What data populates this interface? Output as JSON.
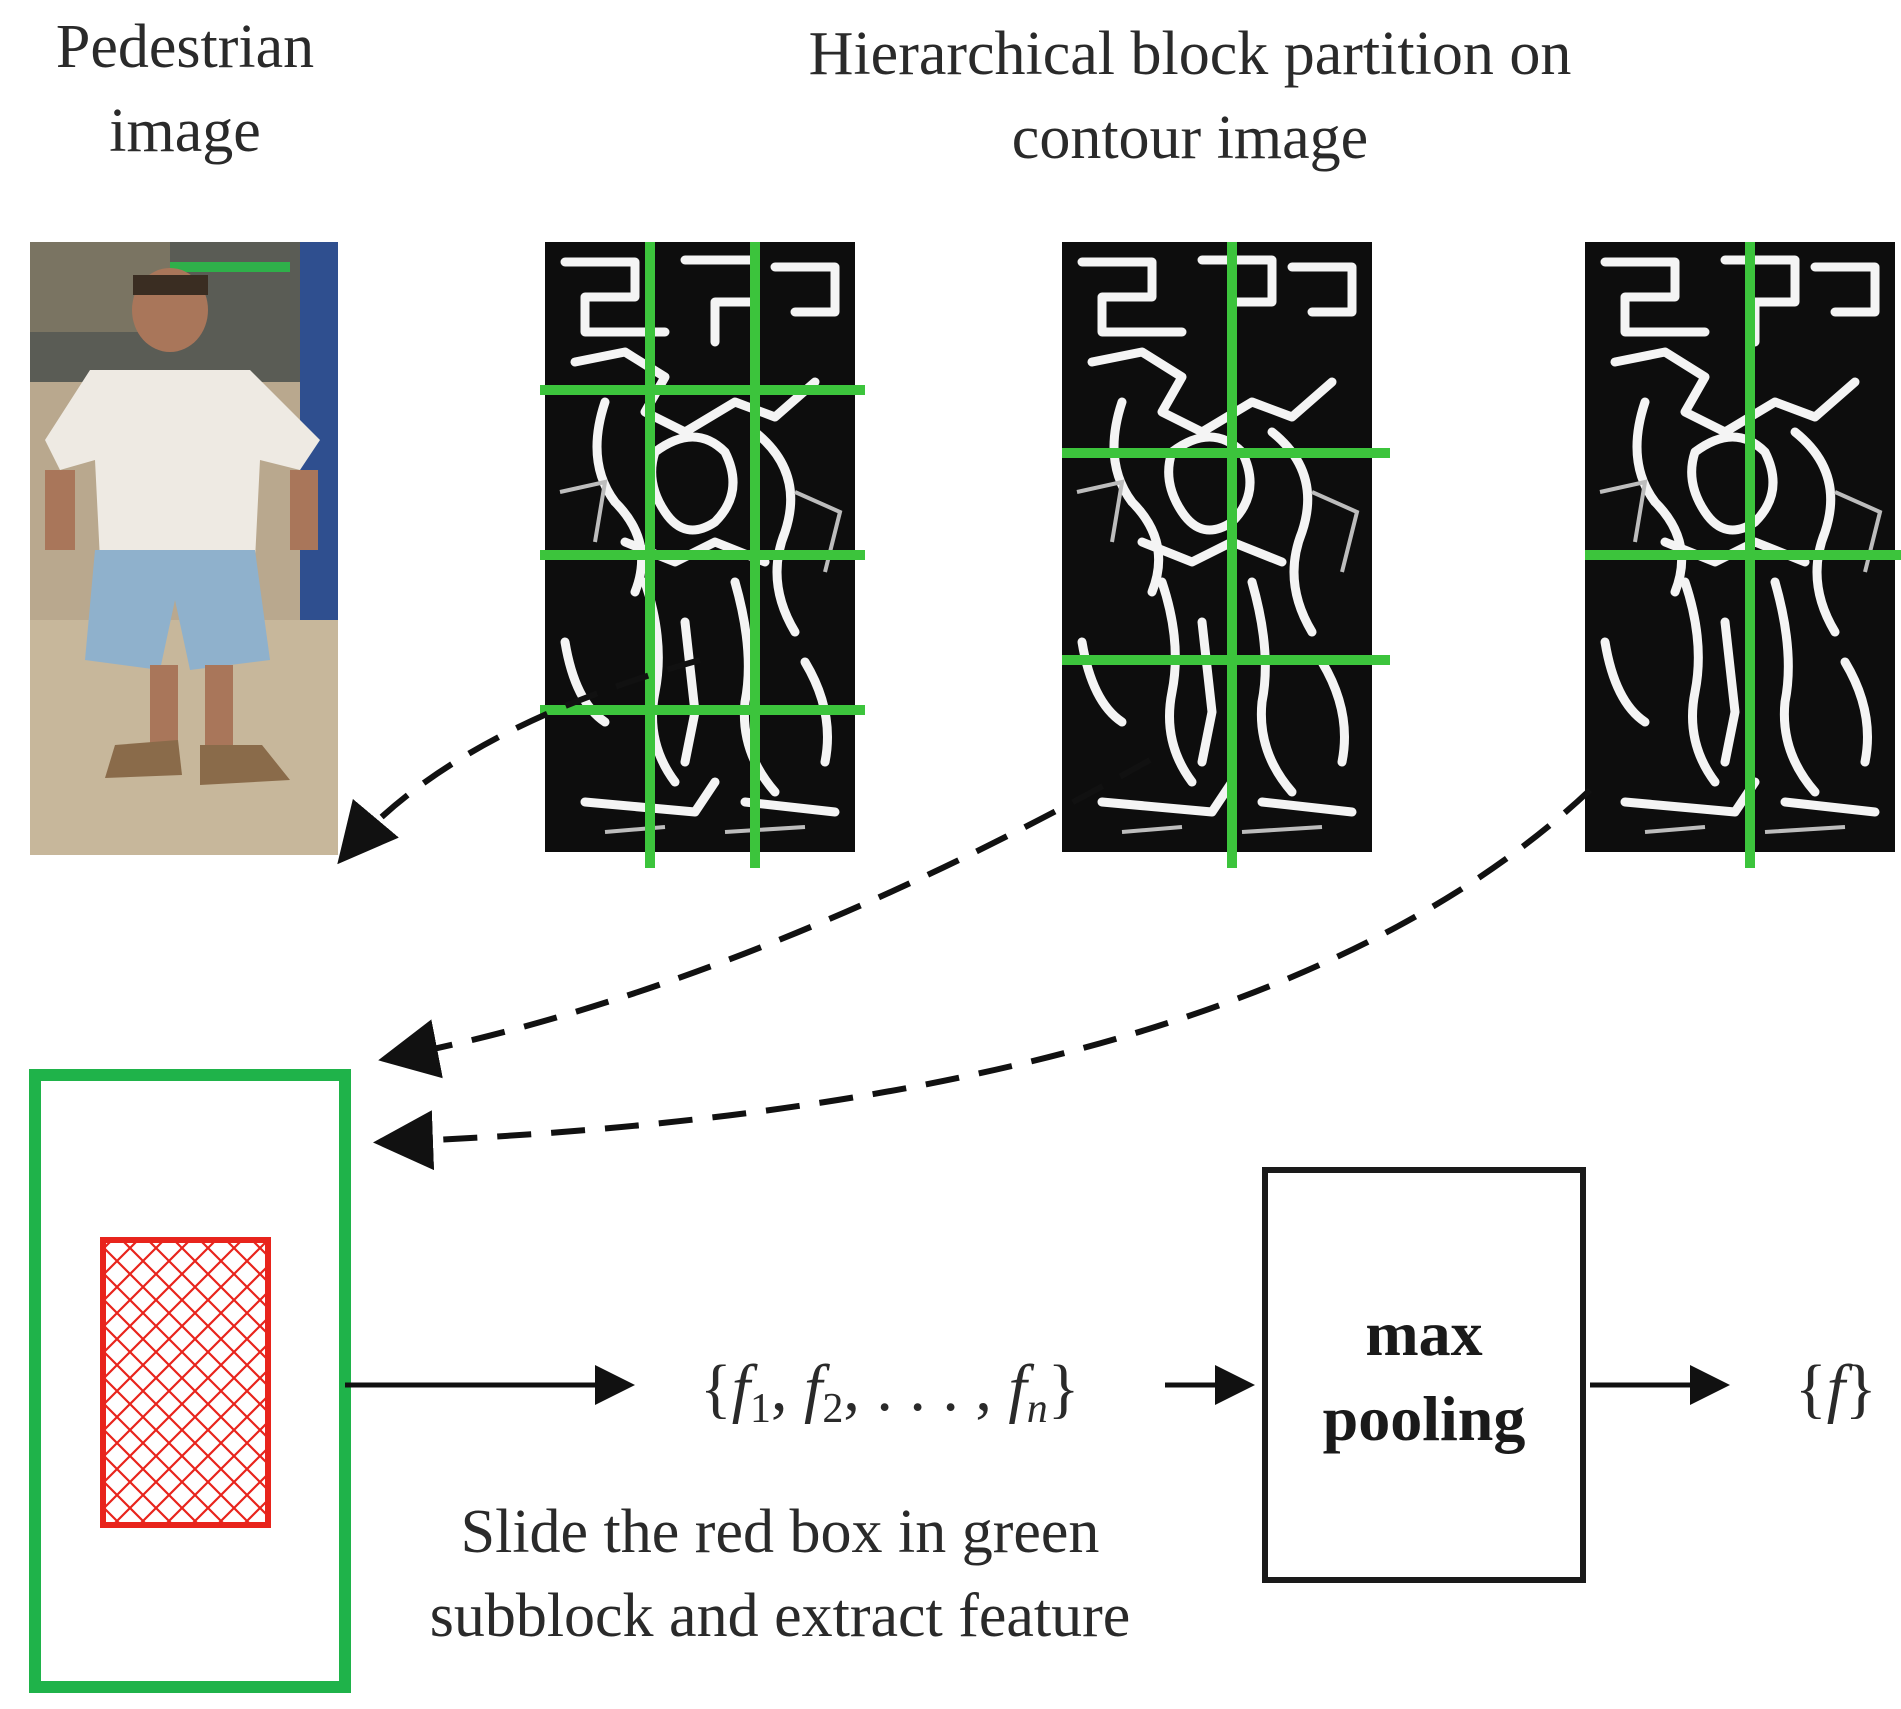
{
  "labels": {
    "pedestrian_line1": "Pedestrian",
    "pedestrian_line2": "image",
    "hierarchy_line1": "Hierarchical block partition on",
    "hierarchy_line2": "contour image",
    "slide_line1": "Slide the red box in green",
    "slide_line2": "subblock and extract feature",
    "pool_line1": "max",
    "pool_line2": "pooling",
    "features_set": "{f1, f2, ..., fn}",
    "output_set": "{f}"
  },
  "colors": {
    "grid_green": "#3cc43c",
    "box_green": "#1fb34a",
    "window_red": "#e8241c",
    "arrow": "#111111",
    "contour_bg": "#0d0d0d",
    "contour_line": "#f4f4f4"
  },
  "icons": {
    "pedestrian": "person-photo",
    "contour": "edge-contour-image"
  },
  "partitions": {
    "level1": "4 rows × 3 columns",
    "level2": "3 rows × 2 columns",
    "level3": "2 rows × 2 columns"
  }
}
